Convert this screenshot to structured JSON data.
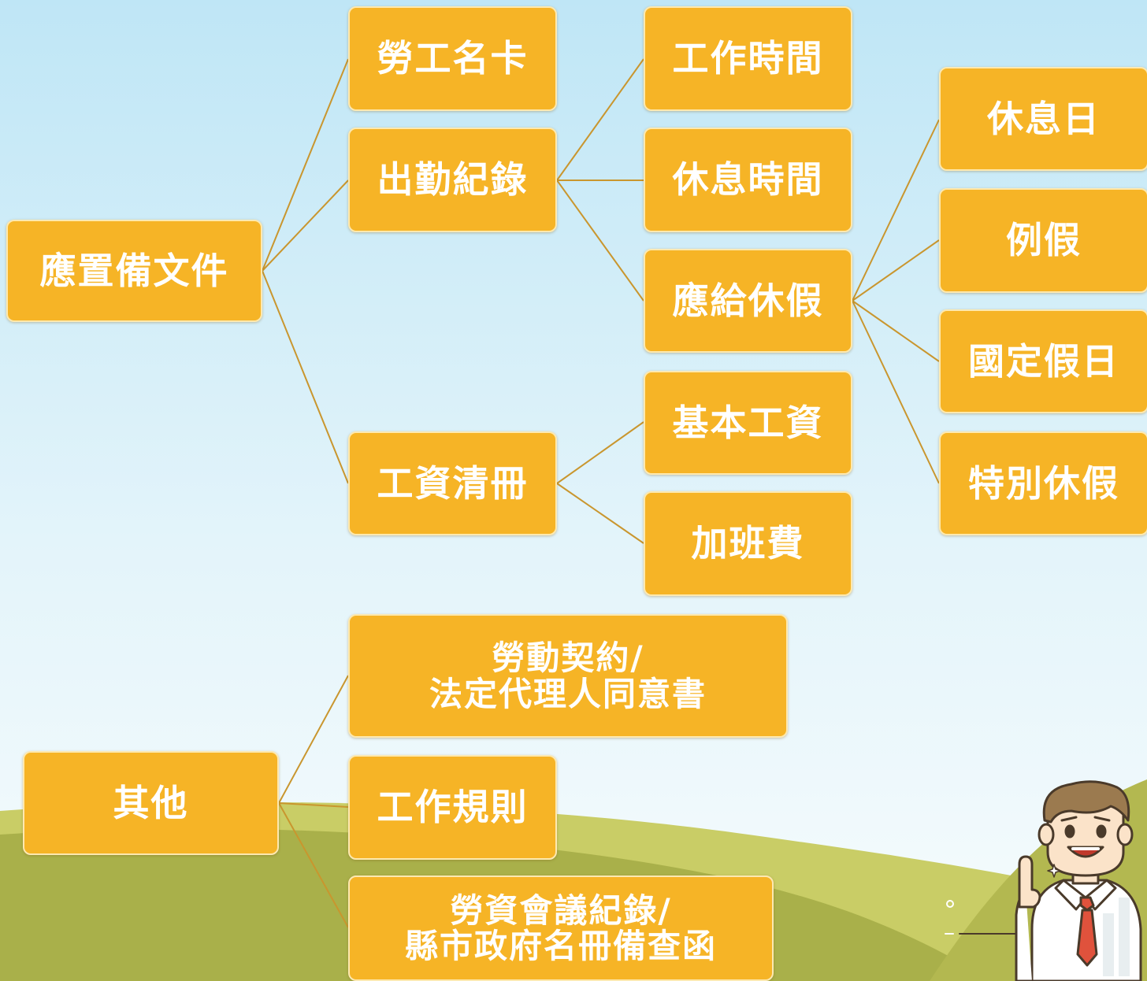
{
  "diagram": {
    "root": "應置備文件",
    "level1": {
      "card": "勞工名卡",
      "attendance": "出勤紀錄",
      "wage_register": "工資清冊"
    },
    "attendance_children": {
      "work_hours": "工作時間",
      "rest_time": "休息時間",
      "leave": "應給休假"
    },
    "leave_children": {
      "rest_day": "休息日",
      "regular_day_off": "例假",
      "national_holiday": "國定假日",
      "annual_leave": "特別休假"
    },
    "wage_children": {
      "basic_wage": "基本工資",
      "overtime_pay": "加班費"
    },
    "other": {
      "root": "其他",
      "contract": "勞動契約/\n法定代理人同意書",
      "work_rules": "工作規則",
      "meeting_records": "勞資會議紀錄/\n縣市政府名冊備查函"
    }
  },
  "colors": {
    "node_fill": "#f6b426",
    "node_text": "#ffffff",
    "connector": "#c9962e",
    "sky_top": "#bfe6f6",
    "sky_bottom": "#f4fbfd",
    "hill_dark": "#a9b04a",
    "hill_light": "#c9cd66"
  },
  "illustration": "cartoon-businessman-pointing-up"
}
